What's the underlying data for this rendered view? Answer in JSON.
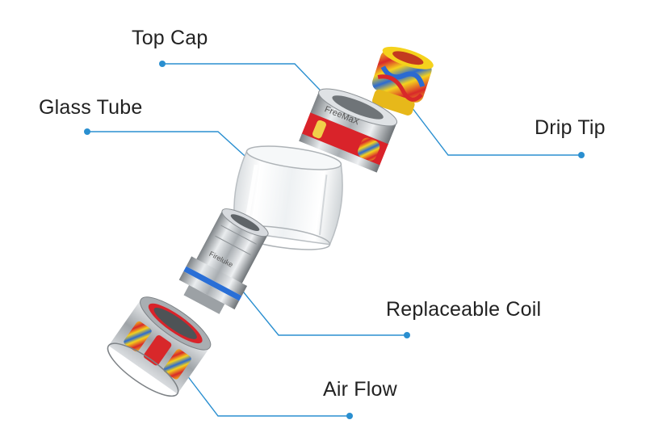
{
  "labels": {
    "top_cap": "Top Cap",
    "glass_tube": "Glass Tube",
    "drip_tip": "Drip Tip",
    "replaceable_coil": "Replaceable Coil",
    "air_flow": "Air Flow"
  },
  "product_marks": {
    "top_cap_brand": "FreeMaX",
    "coil_marking": "Fireluke"
  },
  "colors": {
    "leader_line": "#2a8fd0",
    "steel": "#b8bcc0",
    "red_ring": "#d9232a",
    "blue_ring": "#2a6fd6",
    "resin_yellow": "#f5d21c",
    "resin_red": "#d8282a",
    "resin_blue": "#2b6ad1"
  }
}
